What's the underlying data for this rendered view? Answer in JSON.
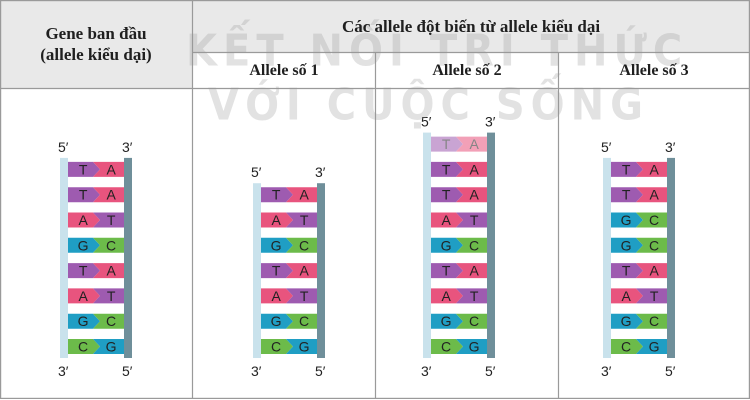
{
  "headers": {
    "original_line1": "Gene ban đầu",
    "original_line2": "(allele kiểu dại)",
    "mutant_group": "Các allele đột biến từ allele kiểu dại",
    "allele1": "Allele số 1",
    "allele2": "Allele số 2",
    "allele3": "Allele số 3"
  },
  "watermark": {
    "line1": "KẾT NỐI TRI THỨC",
    "line2": "VỚI CUỘC SỐNG"
  },
  "colors": {
    "T": "#9e5bb0",
    "A": "#e8547e",
    "G": "#1f9ec4",
    "C": "#6cbb4a",
    "strand_left": "#c9e2ec",
    "strand_right": "#6f8f9a",
    "header_bg": "#e9e9e9",
    "grid": "#9a9a9a"
  },
  "strand_labels": {
    "five": "5′",
    "three": "3′"
  },
  "sequences": [
    {
      "id": "original",
      "pairs": [
        "TA",
        "TA",
        "AT",
        "GC",
        "TA",
        "AT",
        "GC",
        "CG"
      ]
    },
    {
      "id": "allele1",
      "pairs": [
        "TA",
        "AT",
        "GC",
        "TA",
        "AT",
        "GC",
        "CG"
      ]
    },
    {
      "id": "allele2",
      "pairs": [
        "TA",
        "TA",
        "TA",
        "AT",
        "GC",
        "TA",
        "AT",
        "GC",
        "CG"
      ],
      "highlight_first": true
    },
    {
      "id": "allele3",
      "pairs": [
        "TA",
        "TA",
        "GC",
        "GC",
        "TA",
        "AT",
        "GC",
        "CG"
      ]
    }
  ]
}
